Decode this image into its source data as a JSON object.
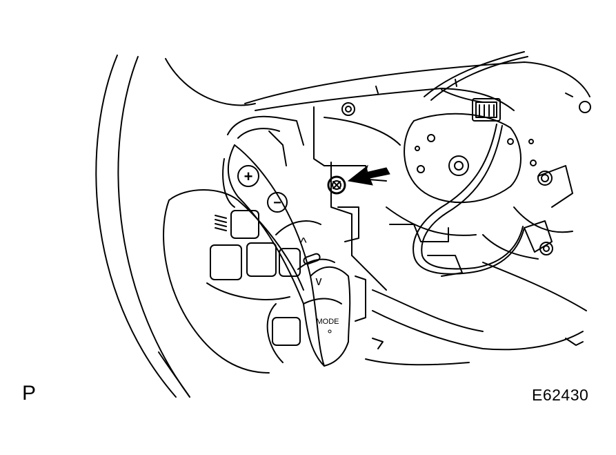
{
  "diagram": {
    "view_label": "P",
    "figure_code": "E62430",
    "switch_labels": {
      "plus": "+",
      "minus": "−",
      "up": "^",
      "down": "v",
      "mode": "MODE"
    }
  },
  "colors": {
    "line": "#000000",
    "background": "#ffffff",
    "arrow": "#000000"
  },
  "icons": [
    "screw-icon",
    "arrow-icon",
    "connector-icon"
  ]
}
